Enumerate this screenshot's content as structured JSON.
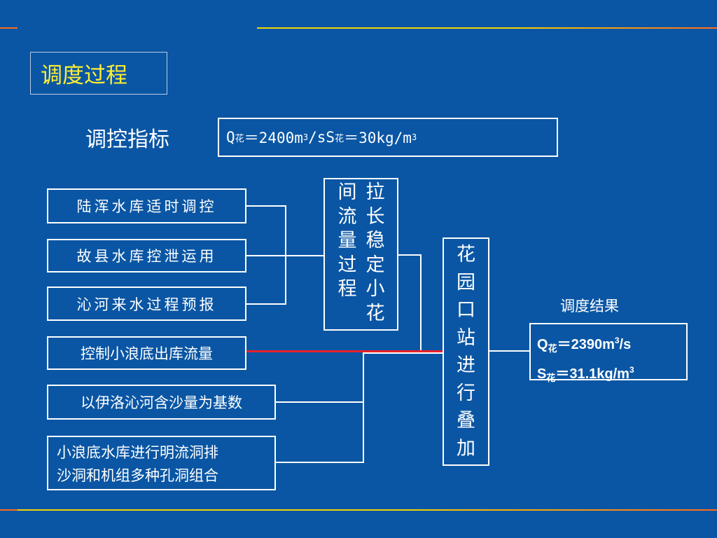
{
  "title": "调度过程",
  "indicator": {
    "label": "调控指标",
    "q_symbol": "Q",
    "q_sub": "花",
    "q_value": "＝2400m",
    "q_sup": "3",
    "q_unit": "/s",
    "s_symbol": "S",
    "s_sub": "花",
    "s_value": "＝30kg/m",
    "s_sup": "3"
  },
  "inputs": [
    "陆浑水库适时调控",
    "故县水库控泄运用",
    "沁河来水过程预报",
    "控制小浪底出库流量",
    "以伊洛沁河含沙量为基数",
    {
      "line1": "小浪底水库进行明流洞排",
      "line2": "沙洞和机组多种孔洞组合"
    }
  ],
  "middle_box": {
    "col_left": [
      "间",
      "流",
      "量",
      "过",
      "程"
    ],
    "col_right": [
      "拉",
      "长",
      "稳",
      "定",
      "小",
      "花"
    ]
  },
  "station_box": {
    "chars": [
      "花",
      "园",
      "口",
      "站",
      "进",
      "行",
      "叠",
      "加"
    ]
  },
  "result": {
    "label": "调度结果",
    "q_symbol": "Q",
    "q_sub": "花",
    "q_value": "＝2390m",
    "q_sup": "3",
    "q_unit": "/s",
    "s_symbol": "S",
    "s_sub": "花",
    "s_value": "＝31.1kg/m",
    "s_sup": "3"
  },
  "colors": {
    "background": "#0a56a4",
    "title_text": "#ffee33",
    "highlight_line": "#e8202a",
    "rule_orange": "#ff6a1a",
    "rule_yellow": "#f5d400"
  }
}
